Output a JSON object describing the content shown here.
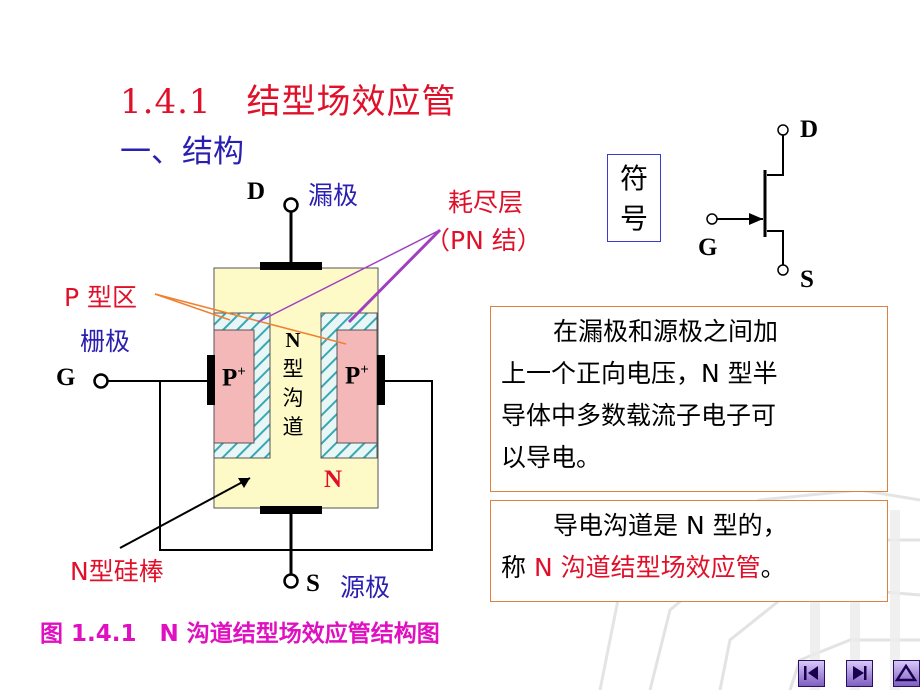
{
  "slide": {
    "title": "1.4.1　结型场效应管",
    "subtitle": "一、结构",
    "caption": "图 1.4.1　N 沟道结型场效应管结构图"
  },
  "diagram": {
    "d_label": "D",
    "drain_label": "漏极",
    "depletion_label_1": "耗尽层",
    "depletion_label_2": "（PN 结）",
    "p_region_label": "P 型区",
    "gate_label": "栅极",
    "g_label": "G",
    "p_plus_left": "P",
    "p_plus_right": "P",
    "plus_sup": "+",
    "n_channel_chars": [
      "N",
      "型",
      "沟",
      "道"
    ],
    "n_label": "N",
    "n_rod_label": "N型硅棒",
    "s_label": "S",
    "source_label": "源极"
  },
  "symbol": {
    "box_chars": [
      "符",
      "号"
    ],
    "d": "D",
    "g": "G",
    "s": "S"
  },
  "textbox1": {
    "lines": [
      "在漏极和源极之间加",
      "上一个正向电压，N 型半",
      "导体中多数载流子电子可",
      "以导电。"
    ]
  },
  "textbox2": {
    "line1": "导电沟道是 N 型的，",
    "line2_prefix": "称 ",
    "line2_red": "N 沟道结型场效应管",
    "line2_suffix": "。"
  },
  "nav": [
    "first-button",
    "next-button",
    "last-button"
  ],
  "colors": {
    "title_red": "#e0102a",
    "blue": "#2a1fb0",
    "magenta": "#e010c0",
    "n_body": "#fdfac8",
    "p_region": "#f4b8b8",
    "hatch": "#5ab8c0"
  }
}
